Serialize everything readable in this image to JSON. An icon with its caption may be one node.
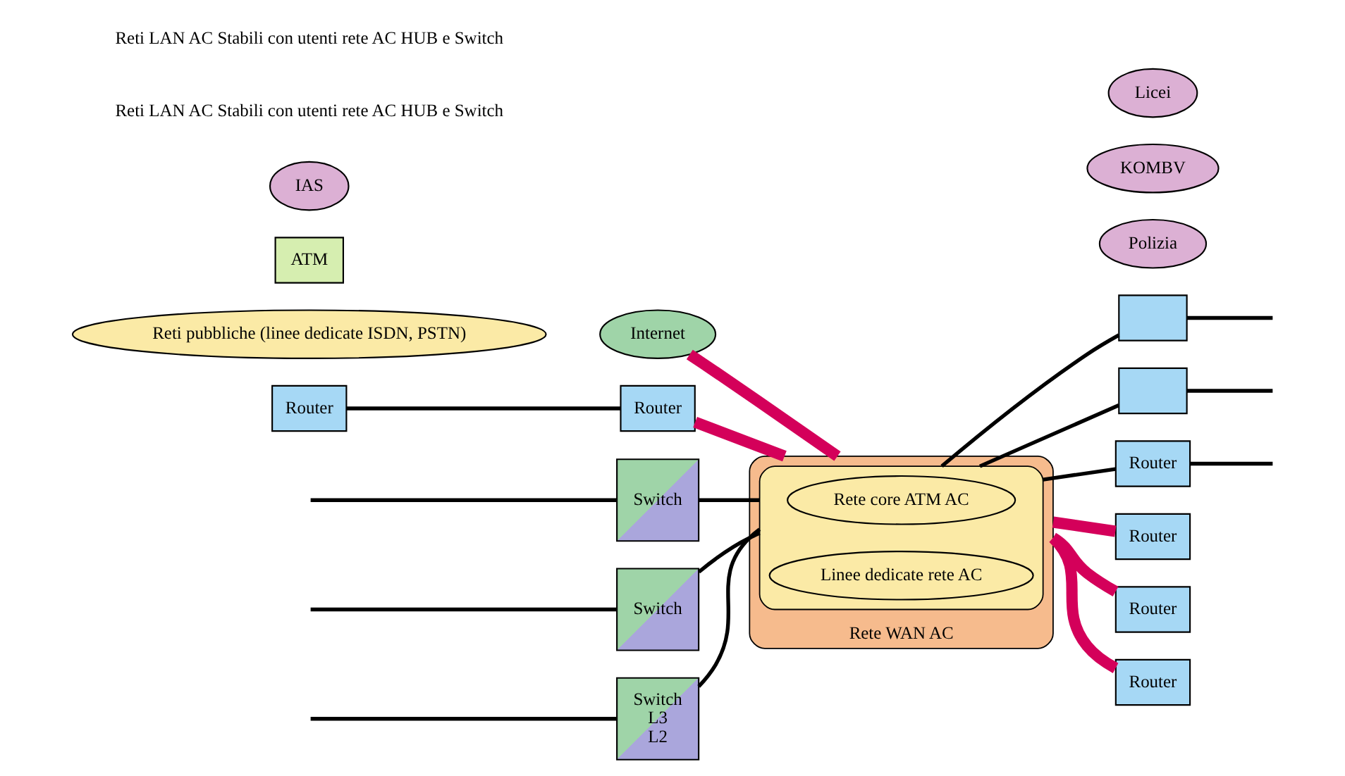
{
  "diagram": {
    "nodes": [
      {
        "text": [
          "Internet"
        ]
      },
      {
        "text": [
          "Reti pubbliche (linee dedicate ISDN, PSTN)"
        ]
      },
      {
        "text": [
          "Router"
        ]
      },
      {
        "text": [
          "Router"
        ]
      },
      {
        "text": [
          "Rete WAN AC"
        ]
      },
      {
        "text": [],
        "shape": "ellipse",
        "in": 4
      },
      {
        "text": [
          "Rete core ATM AC"
        ],
        "in": 5
      },
      {
        "text": [
          "Linee dedicate rete AC"
        ],
        "in": 5
      },
      {
        "text": [
          "Switch"
        ]
      },
      {
        "text": [
          "Switch"
        ]
      },
      {
        "text": [
          "Switch",
          "L3",
          "L2"
        ]
      },
      {
        "text": [],
        "shape": "box"
      },
      {
        "text": [],
        "shape": "box"
      },
      {
        "text": [
          "Router"
        ]
      },
      {
        "text": [
          "Router"
        ]
      },
      {
        "text": [
          "Polizia"
        ]
      },
      {
        "text": [
          "ATM"
        ]
      },
      {
        "text": [
          "IAS"
        ]
      },
      {
        "text": [
          "Router"
        ]
      },
      {
        "text": [
          "KOMBV"
        ]
      },
      {
        "text": [
          "Router"
        ]
      },
      {
        "text": [
          "Licei"
        ]
      }
    ],
    "edges": [
      {
        "from": 0,
        "to": 4,
        "arrow": "none",
        "style": "thick",
        "color": "#d4005a"
      },
      {
        "from": 2,
        "to": 3,
        "arrow": "none"
      },
      {
        "from": 3,
        "to": 4,
        "arrow": "none",
        "style": "thick",
        "color": "#d4005a"
      },
      {
        "from": 8,
        "to": 5,
        "arrow": "none"
      },
      {
        "from": 9,
        "to": 5,
        "arrow": "none"
      },
      {
        "from": 10,
        "to": 5,
        "arrow": "none"
      },
      {
        "from": 8,
        "to": null,
        "arrow": "none"
      },
      {
        "from": 9,
        "to": null,
        "arrow": "none"
      },
      {
        "from": 10,
        "to": null,
        "arrow": "none"
      },
      {
        "from": 5,
        "to": 11,
        "arrow": "none"
      },
      {
        "from": 5,
        "to": 12,
        "arrow": "none"
      },
      {
        "from": 5,
        "to": 13,
        "arrow": "none"
      },
      {
        "from": 11,
        "to": null,
        "arrow": "none"
      },
      {
        "from": 12,
        "to": null,
        "arrow": "none"
      },
      {
        "from": 13,
        "to": null,
        "arrow": "none"
      },
      {
        "from": 4,
        "to": 14,
        "arrow": "none",
        "style": "thick",
        "color": "#d4005a"
      },
      {
        "from": 4,
        "to": 18,
        "arrow": "none",
        "style": "thick",
        "color": "#d4005a"
      },
      {
        "from": 4,
        "to": 20,
        "arrow": "none",
        "style": "thick",
        "color": "#d4005a"
      }
    ],
    "labels": [
      "Reti LAN AC Stabili con utenti rete AC HUB e Switch",
      "Reti LAN AC Stabili con utenti rete AC HUB e Switch"
    ]
  }
}
